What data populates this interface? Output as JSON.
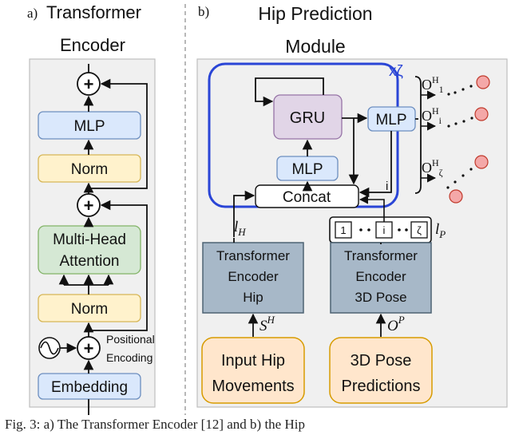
{
  "panel_a": {
    "label": "a)",
    "title_line1": "Transformer",
    "title_line2": "Encoder",
    "mlp": "MLP",
    "norm_top": "Norm",
    "mha_line1": "Multi-Head",
    "mha_line2": "Attention",
    "norm_bottom": "Norm",
    "plus": "+",
    "positional_line1": "Positional",
    "positional_line2": "Encoding",
    "embedding": "Embedding"
  },
  "panel_b": {
    "label": "b)",
    "title_line1": "Hip Prediction",
    "title_line2": "Module",
    "repeat_label": "xζ",
    "gru": "GRU",
    "mlp_inner": "MLP",
    "mlp_right": "MLP",
    "concat": "Concat",
    "index_i": "i",
    "outputs": [
      {
        "base": "O",
        "sup": "H",
        "sub": "1"
      },
      {
        "base": "O",
        "sup": "H",
        "sub": "i"
      },
      {
        "base": "O",
        "sup": "H",
        "sub": "ζ"
      }
    ],
    "l_h": {
      "base": "l",
      "sub": "H"
    },
    "l_p": {
      "base": "l",
      "sub": "P"
    },
    "token_boxes": [
      "1",
      "i",
      "ζ"
    ],
    "enc_hip": [
      "Transformer",
      "Encoder",
      "Hip"
    ],
    "enc_pose": [
      "Transformer",
      "Encoder",
      "3D Pose"
    ],
    "s_h": {
      "base": "S",
      "sup": "H"
    },
    "o_p": {
      "base": "O",
      "sup": "P"
    },
    "input_hip": [
      "Input Hip",
      "Movements"
    ],
    "pose_pred": [
      "3D Pose",
      "Predictions"
    ]
  },
  "caption": "Fig. 3: a) The Transformer Encoder [12] and b) the Hip"
}
